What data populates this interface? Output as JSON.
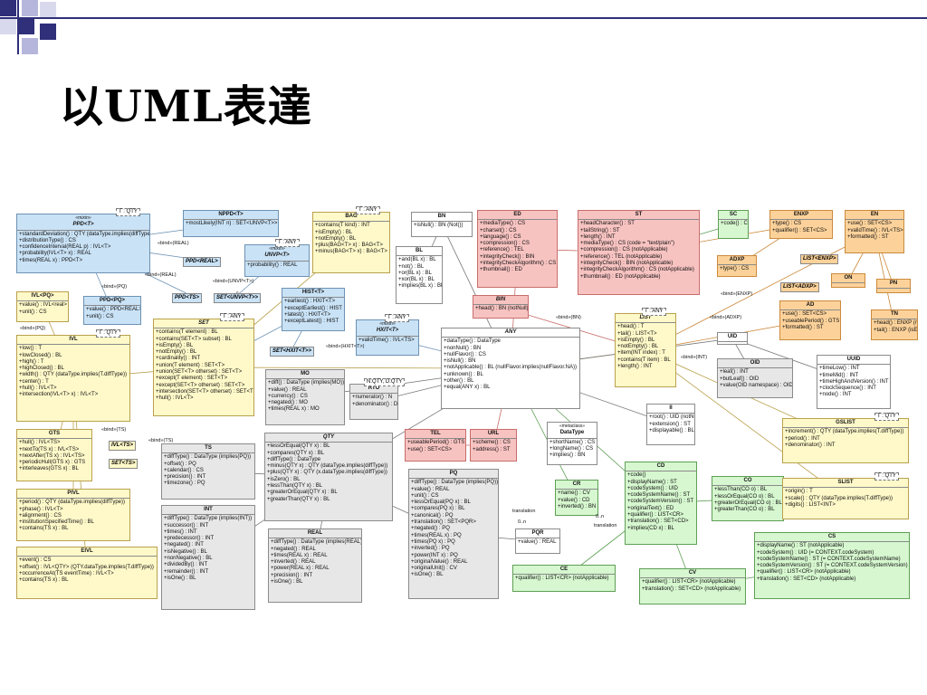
{
  "slide": {
    "title": "以UML表達"
  },
  "colors": {
    "blue": "#c9e2f6",
    "yellow": "#fff9c9",
    "red": "#f7c3c1",
    "gray": "#e7e7e7",
    "green": "#d6f7cf",
    "orange": "#fcd29a",
    "deco_dark": "#2f2f7a",
    "deco_light": "#b6b6dd"
  },
  "classes": [
    {
      "id": "ppd",
      "name": "PPD<T>",
      "stereotype": "«mixin»",
      "color": "blue",
      "param": "T : QTY",
      "italic": true,
      "attrs": [
        "+standardDeviation() : QTY (dataType.implies(diffType))",
        "+distributionType() : CS",
        "+confidenceInterval(REAL p) : IVL<T>",
        "+probability(IVL<T> x) : REAL",
        "+times(REAL x) : PPD<T>"
      ]
    },
    {
      "id": "nppd",
      "name": "NPPD<T>",
      "stereotype": "",
      "color": "blue",
      "param": "",
      "italic": false,
      "attrs": [
        "+mostLikely(INT n) : SET<UNVP<T>>"
      ]
    },
    {
      "id": "unvp",
      "name": "UNVP<T>",
      "stereotype": "«mixin»",
      "color": "blue",
      "param": "T : ANY",
      "italic": true,
      "attrs": [
        "+probability() : REAL"
      ]
    },
    {
      "id": "ivlpq",
      "name": "IVL<PQ>",
      "stereotype": "",
      "color": "yellow",
      "param": "",
      "italic": false,
      "attrs": [
        "+value() : IVL<real>",
        "+unit() : CS"
      ]
    },
    {
      "id": "ppdpq",
      "name": "PPD<PQ>",
      "stereotype": "",
      "color": "blue",
      "param": "",
      "italic": false,
      "attrs": [
        "+value() : PPD<REAL>",
        "+unit() : CS"
      ]
    },
    {
      "id": "bag",
      "name": "BAG",
      "stereotype": "",
      "color": "yellow",
      "param": "T : ANY",
      "italic": false,
      "attrs": [
        "+contains(T kind) : INT",
        "+isEmpty() : BL",
        "+notEmpty() : BL",
        "+plus(BAG<T> x) : BAG<T>",
        "+minus(BAG<T> x) : BAG<T>"
      ]
    },
    {
      "id": "bn",
      "name": "BN",
      "stereotype": "",
      "color": "white",
      "param": "",
      "italic": false,
      "attrs": [
        "+isNull() : BN (Not())"
      ]
    },
    {
      "id": "bl",
      "name": "BL",
      "stereotype": "",
      "color": "white",
      "param": "",
      "italic": false,
      "attrs": [
        "+and(BL x) : BL",
        "+not() : BL",
        "+or(BL x) : BL",
        "+xor(BL x) : BL",
        "+implies(BL x) : BL"
      ]
    },
    {
      "id": "ed",
      "name": "ED",
      "stereotype": "",
      "color": "red",
      "param": "",
      "italic": false,
      "attrs": [
        "+mediaType() : CS",
        "+charset() : CS",
        "+language() : CS",
        "+compression() : CS",
        "+reference() : TEL",
        "+integrityCheck() : BIN",
        "+integrityCheckAlgorithm() : CS",
        "+thumbnail() : ED"
      ]
    },
    {
      "id": "st",
      "name": "ST",
      "stereotype": "",
      "color": "red",
      "param": "",
      "italic": false,
      "attrs": [
        "+headCharacter() : ST",
        "+tailString() : ST",
        "+length() : INT",
        "+mediaType() : CS (code = \"text/plain\")",
        "+compression() : CS (notApplicable)",
        "+reference() : TEL (notApplicable)",
        "+integrityCheck() : BIN (notApplicable)",
        "+integrityCheckAlgorithm() : CS (notApplicable)",
        "+thumbnail() : ED (notApplicable)"
      ]
    },
    {
      "id": "sc",
      "name": "SC",
      "stereotype": "",
      "color": "green",
      "param": "",
      "italic": false,
      "attrs": [
        "+code() : CE"
      ]
    },
    {
      "id": "enxp",
      "name": "ENXP",
      "stereotype": "",
      "color": "orange",
      "param": "",
      "italic": false,
      "attrs": [
        "+type() : CS",
        "+qualifier() : SET<CS>"
      ]
    },
    {
      "id": "en",
      "name": "EN",
      "stereotype": "",
      "color": "orange",
      "param": "",
      "italic": false,
      "attrs": [
        "+use() : SET<CS>",
        "+validTime() : IVL<TS>",
        "+formatted() : ST"
      ]
    },
    {
      "id": "adxp",
      "name": "ADXP",
      "stereotype": "",
      "color": "orange",
      "param": "",
      "italic": false,
      "attrs": [
        "+type() : CS"
      ]
    },
    {
      "id": "on",
      "name": "ON",
      "stereotype": "",
      "color": "orange",
      "param": "",
      "italic": false,
      "attrs": []
    },
    {
      "id": "pn",
      "name": "PN",
      "stereotype": "",
      "color": "orange",
      "param": "",
      "italic": false,
      "attrs": []
    },
    {
      "id": "ad",
      "name": "AD",
      "stereotype": "",
      "color": "orange",
      "param": "",
      "italic": false,
      "attrs": [
        "+use() : SET<CS>",
        "+useablePeriod() : GTS",
        "+formatted() : ST"
      ]
    },
    {
      "id": "tn",
      "name": "TN",
      "stereotype": "",
      "color": "orange",
      "param": "",
      "italic": false,
      "attrs": [
        "+head() : ENXP (nonNull)",
        "+tail() : ENXP (isEmpty)"
      ]
    },
    {
      "id": "hist",
      "name": "HIST<T>",
      "stereotype": "",
      "color": "blue",
      "param": "",
      "italic": false,
      "attrs": [
        "+earliest() : HXIT<T>",
        "+exceptEarliest() : HIST",
        "+latest() : HXIT<T>",
        "+exceptLatest() : HIST"
      ]
    },
    {
      "id": "bin",
      "name": "BIN",
      "stereotype": "",
      "color": "red",
      "param": "",
      "italic": true,
      "attrs": [
        "+head() : BN (notNull)"
      ]
    },
    {
      "id": "ivl",
      "name": "IVL",
      "stereotype": "",
      "color": "yellow",
      "param": "T : QTY",
      "italic": false,
      "attrs": [
        "+low() : T",
        "+lowClosed() : BL",
        "+high() : T",
        "+highClosed() : BL",
        "+width() : QTY (dataType.implies(T.diffType))",
        "+center() : T",
        "+hull() : IVL<T>",
        "+intersection(IVL<T> x) : IVL<T>"
      ]
    },
    {
      "id": "set",
      "name": "SET",
      "stereotype": "",
      "color": "yellow",
      "param": "T : ANY",
      "italic": true,
      "attrs": [
        "+contains(T element) : BL",
        "+contains(SET<T> subset) : BL",
        "+isEmpty() : BL",
        "+notEmpty() : BL",
        "+cardinality() : INT",
        "+union(T element) : SET<T>",
        "+union(SET<T> otherset) : SET<T>",
        "+except(T element) : SET<T>",
        "+except(SET<T> otherset) : SET<T>",
        "+intersection(SET<T> otherset) : SET<T>",
        "+hull() : IVL<T>"
      ]
    },
    {
      "id": "hxit",
      "name": "HXIT<T>",
      "stereotype": "«mixin»",
      "color": "blue",
      "param": "T : ANY",
      "italic": true,
      "attrs": [
        "+validTime() : IVL<TS>"
      ]
    },
    {
      "id": "any",
      "name": "ANY",
      "stereotype": "",
      "color": "white",
      "param": "",
      "italic": true,
      "attrs": [
        "+dataType() : DataType",
        "+nonNull() : BN",
        "+nullFlavor() : CS",
        "+isNull() : BN",
        "+notApplicable() : BL (nullFlavor.implies(nullFlavor.NA))",
        "+unknown() : BL",
        "+other() : BL",
        "+equal(ANY x) : BL"
      ]
    },
    {
      "id": "list",
      "name": "LIST",
      "stereotype": "",
      "color": "yellow",
      "param": "T : ANY",
      "italic": true,
      "attrs": [
        "+head() : T",
        "+tail() : LIST<T>",
        "+isEmpty() : BL",
        "+notEmpty() : BL",
        "+item(INT index) : T",
        "+contains(T item) : BL",
        "+length() : INT"
      ]
    },
    {
      "id": "uid",
      "name": "UID",
      "stereotype": "",
      "color": "white",
      "param": "",
      "italic": false,
      "attrs": []
    },
    {
      "id": "oid",
      "name": "OID",
      "stereotype": "",
      "color": "gray",
      "param": "",
      "italic": false,
      "attrs": [
        "+leaf() : INT",
        "+butLeaf() : OID",
        "+value(OID namespace) : OID"
      ]
    },
    {
      "id": "uuid",
      "name": "UUID",
      "stereotype": "",
      "color": "white",
      "param": "",
      "italic": false,
      "attrs": [
        "+timeLow() : INT",
        "+timeMid() : INT",
        "+timeHighAndVersion() : INT",
        "+clockSequence() : INT",
        "+node() : INT"
      ]
    },
    {
      "id": "gts",
      "name": "GTS",
      "stereotype": "",
      "color": "yellow",
      "param": "",
      "italic": false,
      "attrs": [
        "+hull() : IVL<TS>",
        "+nextTo(TS x) : IVL<TS>",
        "+nextAfter(TS x) : IVL<TS>",
        "+periodicHull(GTS x) : GTS",
        "+interleaves(GTS x) : BL"
      ]
    },
    {
      "id": "mo",
      "name": "MO",
      "stereotype": "",
      "color": "gray",
      "param": "",
      "italic": false,
      "attrs": [
        "+diff() : DataType (implies(MO))",
        "+value() : REAL",
        "+currency() : CS",
        "+negated() : MO",
        "+times(REAL x) : MO"
      ]
    },
    {
      "id": "rto",
      "name": "RTO",
      "stereotype": "",
      "color": "gray",
      "param": "N:QTY, D:QTY",
      "italic": false,
      "attrs": [
        "+numerator() : N",
        "+denominator() : D"
      ]
    },
    {
      "id": "tel",
      "name": "TEL",
      "stereotype": "",
      "color": "red",
      "param": "",
      "italic": false,
      "attrs": [
        "+useablePeriod() : GTS",
        "+use() : SET<CS>"
      ]
    },
    {
      "id": "url",
      "name": "URL",
      "stereotype": "",
      "color": "red",
      "param": "",
      "italic": false,
      "attrs": [
        "+scheme() : CS",
        "+address() : ST"
      ]
    },
    {
      "id": "datatype",
      "name": "DataType",
      "stereotype": "«metaclass»",
      "color": "white",
      "param": "",
      "italic": false,
      "attrs": [
        "+shortName() : CS",
        "+longName() : CS",
        "+implies() : BN"
      ]
    },
    {
      "id": "ii",
      "name": "II",
      "stereotype": "",
      "color": "white",
      "param": "",
      "italic": false,
      "attrs": [
        "+root() : UID (notNull)",
        "+extension() : ST",
        "+displayable() : BL"
      ]
    },
    {
      "id": "gslist",
      "name": "GSLIST",
      "stereotype": "",
      "color": "yellow",
      "param": "T : QTY",
      "italic": false,
      "attrs": [
        "+increment() : QTY (dataType.implies(T.diffType))",
        "+period() : INT",
        "+denominator() : INT"
      ]
    },
    {
      "id": "ts",
      "name": "TS",
      "stereotype": "",
      "color": "gray",
      "param": "",
      "italic": false,
      "attrs": [
        "+diffType() : DataType (implies(PQ))",
        "+offset() : PQ",
        "+calendar() : CS",
        "+precision() : INT",
        "+timezone() : PQ"
      ]
    },
    {
      "id": "qty",
      "name": "QTY",
      "stereotype": "",
      "color": "gray",
      "param": "",
      "italic": true,
      "attrs": [
        "+lessOrEqual(QTY x) : BL",
        "+compares(QTY x) : BL",
        "+diffType() : DataType",
        "+minus(QTY x) : QTY (dataType.implies(diffType))",
        "+plus(QTY x) : QTY (x.dataType.implies(diffType))",
        "+isZero() : BL",
        "+lessThan(QTY x) : BL",
        "+greaterOrEqual(QTY x) : BL",
        "+greaterThan(QTY x) : BL"
      ]
    },
    {
      "id": "pq",
      "name": "PQ",
      "stereotype": "",
      "color": "gray",
      "param": "",
      "italic": false,
      "attrs": [
        "+diffType() : DataType (implies(PQ))",
        "+value() : REAL",
        "+unit() : CS",
        "+lessOrEqual(PQ x) : BL",
        "+compares(PQ x) : BL",
        "+canonical() : PQ",
        "+translation() : SET<PQR>",
        "+negated() : PQ",
        "+times(REAL x) : PQ",
        "+times(PQ x) : PQ",
        "+inverted() : PQ",
        "+power(INT x) : PQ",
        "+originalValue() : REAL",
        "+originalUnit() : CV",
        "+isOne() : BL"
      ]
    },
    {
      "id": "cr",
      "name": "CR",
      "stereotype": "",
      "color": "green",
      "param": "",
      "italic": false,
      "attrs": [
        "+name() : CV",
        "+value() : CD",
        "+inverted() : BN"
      ]
    },
    {
      "id": "cd",
      "name": "CD",
      "stereotype": "",
      "color": "green",
      "param": "",
      "italic": false,
      "attrs": [
        "+code()",
        "+displayName() : ST",
        "+codeSystem() : UID",
        "+codeSystemName() : ST",
        "+codeSystemVersion() : ST",
        "+originalText() : ED",
        "+qualifier() : LIST<CR>",
        "+translation() : SET<CD>",
        "+implies(CD x) : BL"
      ]
    },
    {
      "id": "co",
      "name": "CO",
      "stereotype": "",
      "color": "green",
      "param": "",
      "italic": false,
      "attrs": [
        "+lessThan(CO o) : BL",
        "+lessOrEqual(CO o) : BL",
        "+greaterOrEqual(CO o) : BL",
        "+greaterThan(CO o) : BL"
      ]
    },
    {
      "id": "slist",
      "name": "SLIST",
      "stereotype": "",
      "color": "yellow",
      "param": "T : QTY",
      "italic": false,
      "attrs": [
        "+origin() : T",
        "+scale() : QTY (dataType.implies(T.diffType))",
        "+digits() : LIST<INT>"
      ]
    },
    {
      "id": "pivl",
      "name": "PIVL",
      "stereotype": "",
      "color": "yellow",
      "param": "",
      "italic": false,
      "attrs": [
        "+period() : QTY (dataType.implies(diffType))",
        "+phase() : IVL<T>",
        "+alignment() : CS",
        "+institutionSpecifiedTime() : BL",
        "+contains(TS x) : BL"
      ]
    },
    {
      "id": "int",
      "name": "INT",
      "stereotype": "",
      "color": "gray",
      "param": "",
      "italic": false,
      "attrs": [
        "+diffType() : DataType (implies(INT))",
        "+successor() : INT",
        "+times() : INT",
        "+predecessor() : INT",
        "+negated() : INT",
        "+isNegative() : BL",
        "+nonNegative() : BL",
        "+dividedBy() : INT",
        "+remainder() : INT",
        "+isOne() : BL"
      ]
    },
    {
      "id": "real",
      "name": "REAL",
      "stereotype": "",
      "color": "gray",
      "param": "",
      "italic": false,
      "attrs": [
        "+diffType() : DataType (implies(REAL))",
        "+negated() : REAL",
        "+times(REAL x) : REAL",
        "+inverted() : REAL",
        "+power(REAL x) : REAL",
        "+precision() : INT",
        "+isOne() : BL"
      ]
    },
    {
      "id": "pqr",
      "name": "PQR",
      "stereotype": "",
      "color": "white",
      "param": "",
      "italic": false,
      "attrs": [
        "+value() : REAL"
      ]
    },
    {
      "id": "cs",
      "name": "CS",
      "stereotype": "",
      "color": "green",
      "param": "",
      "italic": false,
      "attrs": [
        "+displayName() : ST (notApplicable)",
        "+codeSystem() : UID (= CONTEXT.codeSystem)",
        "+codeSystemName() : ST (= CONTEXT.codeSystemName)",
        "+codeSystemVersion() : ST (= CONTEXT.codeSystemVersion)",
        "+qualifier() : LIST<CR> (notApplicable)",
        "+translation() : SET<CD> (notApplicable)"
      ]
    },
    {
      "id": "eivl",
      "name": "EIVL",
      "stereotype": "",
      "color": "yellow",
      "param": "",
      "italic": false,
      "attrs": [
        "+event() : CS",
        "+offset() : IVL<QTY> (QTY.dataType.implies(T.diffType))",
        "+occurrenceAt(TS eventTime) : IVL<T>",
        "+contains(TS x) : BL"
      ]
    },
    {
      "id": "ce",
      "name": "CE",
      "stereotype": "",
      "color": "green",
      "param": "",
      "italic": false,
      "attrs": [
        "+qualifier() : LIST<CR> (notApplicable)"
      ]
    },
    {
      "id": "cv",
      "name": "CV",
      "stereotype": "",
      "color": "green",
      "param": "",
      "italic": false,
      "attrs": [
        "+qualifier() : LIST<CR> (notApplicable)",
        "+translation() : SET<CD> (notApplicable)"
      ]
    }
  ],
  "templates": [
    {
      "id": "ppdreal",
      "name": "PPD<REAL>",
      "color": "blue"
    },
    {
      "id": "ppdts",
      "name": "PPD<TS>",
      "color": "blue"
    },
    {
      "id": "setunvp",
      "name": "SET<UNVP<T>>",
      "color": "blue"
    },
    {
      "id": "sethxit",
      "name": "SET<HXIT<T>>",
      "color": "blue"
    },
    {
      "id": "ivlts",
      "name": "IVL<TS>",
      "color": "yellow"
    },
    {
      "id": "setts",
      "name": "SET<TS>",
      "color": "yellow"
    },
    {
      "id": "listenxp",
      "name": "LIST<ENXP>",
      "color": "orange"
    },
    {
      "id": "listadxp",
      "name": "LIST<ADXP>",
      "color": "orange"
    }
  ],
  "labels": [
    {
      "id": "l1",
      "text": "«bind»(REAL)"
    },
    {
      "id": "l2",
      "text": "«bind»(REAL)"
    },
    {
      "id": "l3",
      "text": "«bind»(PQ)"
    },
    {
      "id": "l4",
      "text": "«bind»(UNVP<T>)"
    },
    {
      "id": "l5",
      "text": "«bind»(PQ)"
    },
    {
      "id": "l6",
      "text": "«bind»(HXIT<T>)"
    },
    {
      "id": "l7",
      "text": "«bind»(BN)"
    },
    {
      "id": "l8",
      "text": "«bind»(ENXP)"
    },
    {
      "id": "l9",
      "text": "«bind»(ADXP)"
    },
    {
      "id": "l10",
      "text": "«bind»(INT)"
    },
    {
      "id": "l11",
      "text": "«bind»(TS)"
    },
    {
      "id": "l12",
      "text": "«bind»(TS)"
    },
    {
      "id": "l13",
      "text": "translation"
    },
    {
      "id": "l14",
      "text": "0..n"
    },
    {
      "id": "l15",
      "text": "translation"
    },
    {
      "id": "l16",
      "text": "0..n"
    }
  ]
}
